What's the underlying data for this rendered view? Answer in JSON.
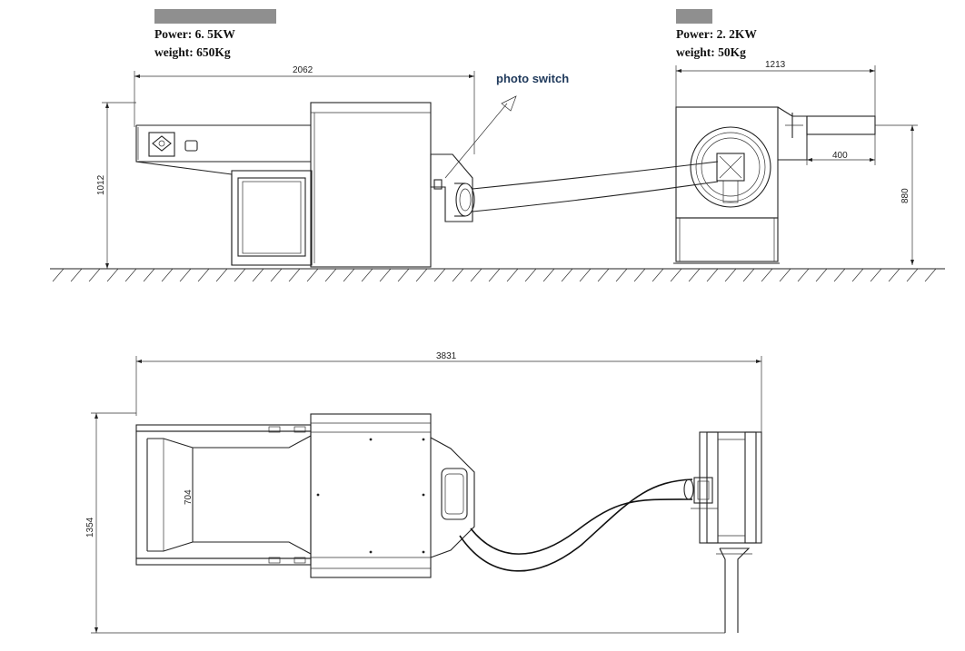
{
  "left_machine": {
    "power": "Power: 6. 5KW",
    "weight": "weight: 650Kg"
  },
  "right_machine": {
    "power": "Power: 2. 2KW",
    "weight": "weight: 50Kg"
  },
  "callout": {
    "label": "photo switch"
  },
  "dimensions": {
    "left_width": "2062",
    "left_height": "1012",
    "right_width": "1213",
    "right_height": "880",
    "duct_length": "400",
    "total_length": "3831",
    "total_width": "1354",
    "inner_width": "704"
  }
}
